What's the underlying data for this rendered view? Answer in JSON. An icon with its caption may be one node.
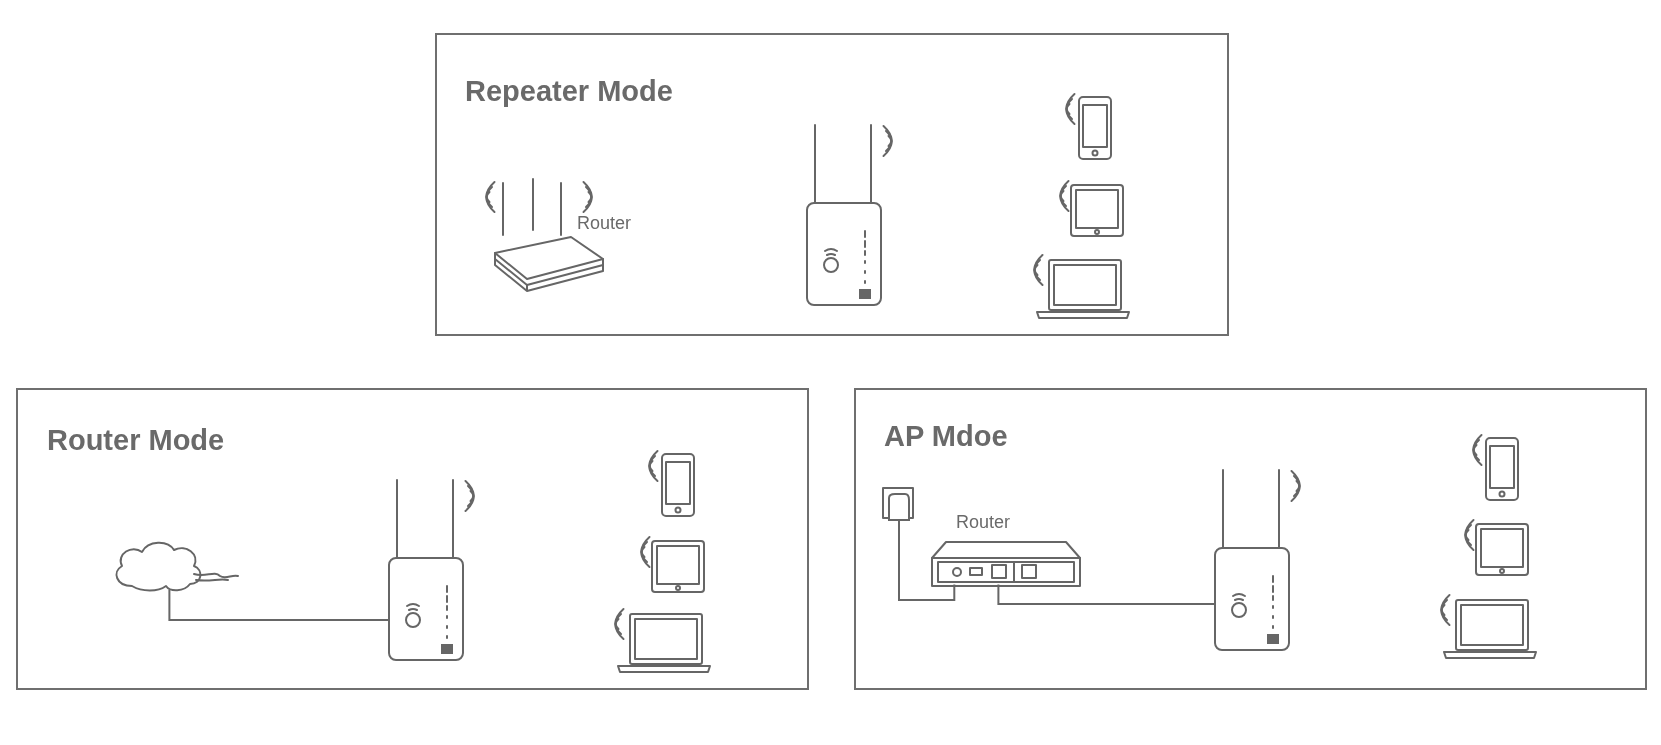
{
  "diagram": {
    "nodes": [
      {
        "text": [
          "Repeater Mode"
        ]
      },
      {
        "text": [],
        "shape": "picture",
        "in": 0,
        "beside": [
          "Router"
        ]
      },
      {
        "text": [],
        "shape": "picture",
        "in": 0
      },
      {
        "text": [],
        "shape": "picture",
        "in": 0
      },
      {
        "text": [],
        "shape": "picture",
        "in": 0
      },
      {
        "text": [],
        "shape": "picture",
        "in": 0
      },
      {
        "text": [
          "Router Mode"
        ]
      },
      {
        "text": [],
        "shape": "cloud",
        "in": 6
      },
      {
        "text": [],
        "shape": "picture",
        "in": 6
      },
      {
        "text": [],
        "shape": "picture",
        "in": 6
      },
      {
        "text": [],
        "shape": "picture",
        "in": 6
      },
      {
        "text": [],
        "shape": "picture",
        "in": 6
      },
      {
        "text": [
          "AP Mdoe"
        ]
      },
      {
        "text": [],
        "shape": "picture",
        "in": 12
      },
      {
        "text": [],
        "shape": "picture",
        "in": 12,
        "beside": [
          "Router"
        ]
      },
      {
        "text": [],
        "shape": "picture",
        "in": 12
      },
      {
        "text": [],
        "shape": "picture",
        "in": 12
      },
      {
        "text": [],
        "shape": "picture",
        "in": 12
      },
      {
        "text": [],
        "shape": "picture",
        "in": 12
      }
    ],
    "edges": [
      {
        "from": 7,
        "to": 8,
        "arrow": "none"
      },
      {
        "from": 13,
        "to": 14,
        "arrow": "none"
      },
      {
        "from": 14,
        "to": 15,
        "arrow": "none"
      }
    ]
  }
}
